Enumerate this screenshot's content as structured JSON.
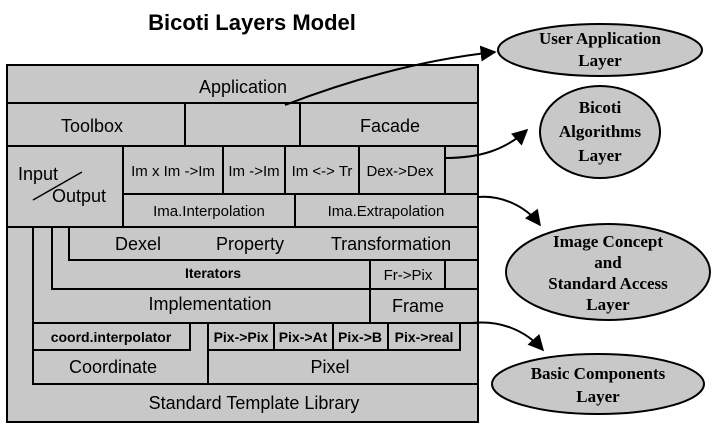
{
  "title": "Bicoti Layers Model",
  "boxes": {
    "application": "Application",
    "toolbox": "Toolbox",
    "facade": "Facade",
    "input": "Input",
    "output": "Output",
    "im_x_im": "Im x Im ->Im",
    "im_im": "Im ->Im",
    "im_tr": "Im <-> Tr",
    "dex_dex": "Dex->Dex",
    "ima_interp": "Ima.Interpolation",
    "ima_extrap": "Ima.Extrapolation",
    "dexel": "Dexel",
    "property": "Property",
    "transformation": "Transformation",
    "iterators": "Iterators",
    "fr_pix": "Fr->Pix",
    "implementation": "Implementation",
    "frame": "Frame",
    "coord_interp": "coord.interpolator",
    "pix_pix": "Pix->Pix",
    "pix_at": "Pix->At",
    "pix_b": "Pix->B",
    "pix_real": "Pix->real",
    "coordinate": "Coordinate",
    "pixel": "Pixel",
    "stl": "Standard Template Library"
  },
  "layers": {
    "user_app": [
      "User Application",
      "Layer"
    ],
    "bicoti_alg": [
      "Bicoti",
      "Algorithms",
      "Layer"
    ],
    "image_concept": [
      "Image Concept",
      "and",
      "Standard Access",
      "Layer"
    ],
    "basic_components": [
      "Basic Components",
      "Layer"
    ]
  }
}
